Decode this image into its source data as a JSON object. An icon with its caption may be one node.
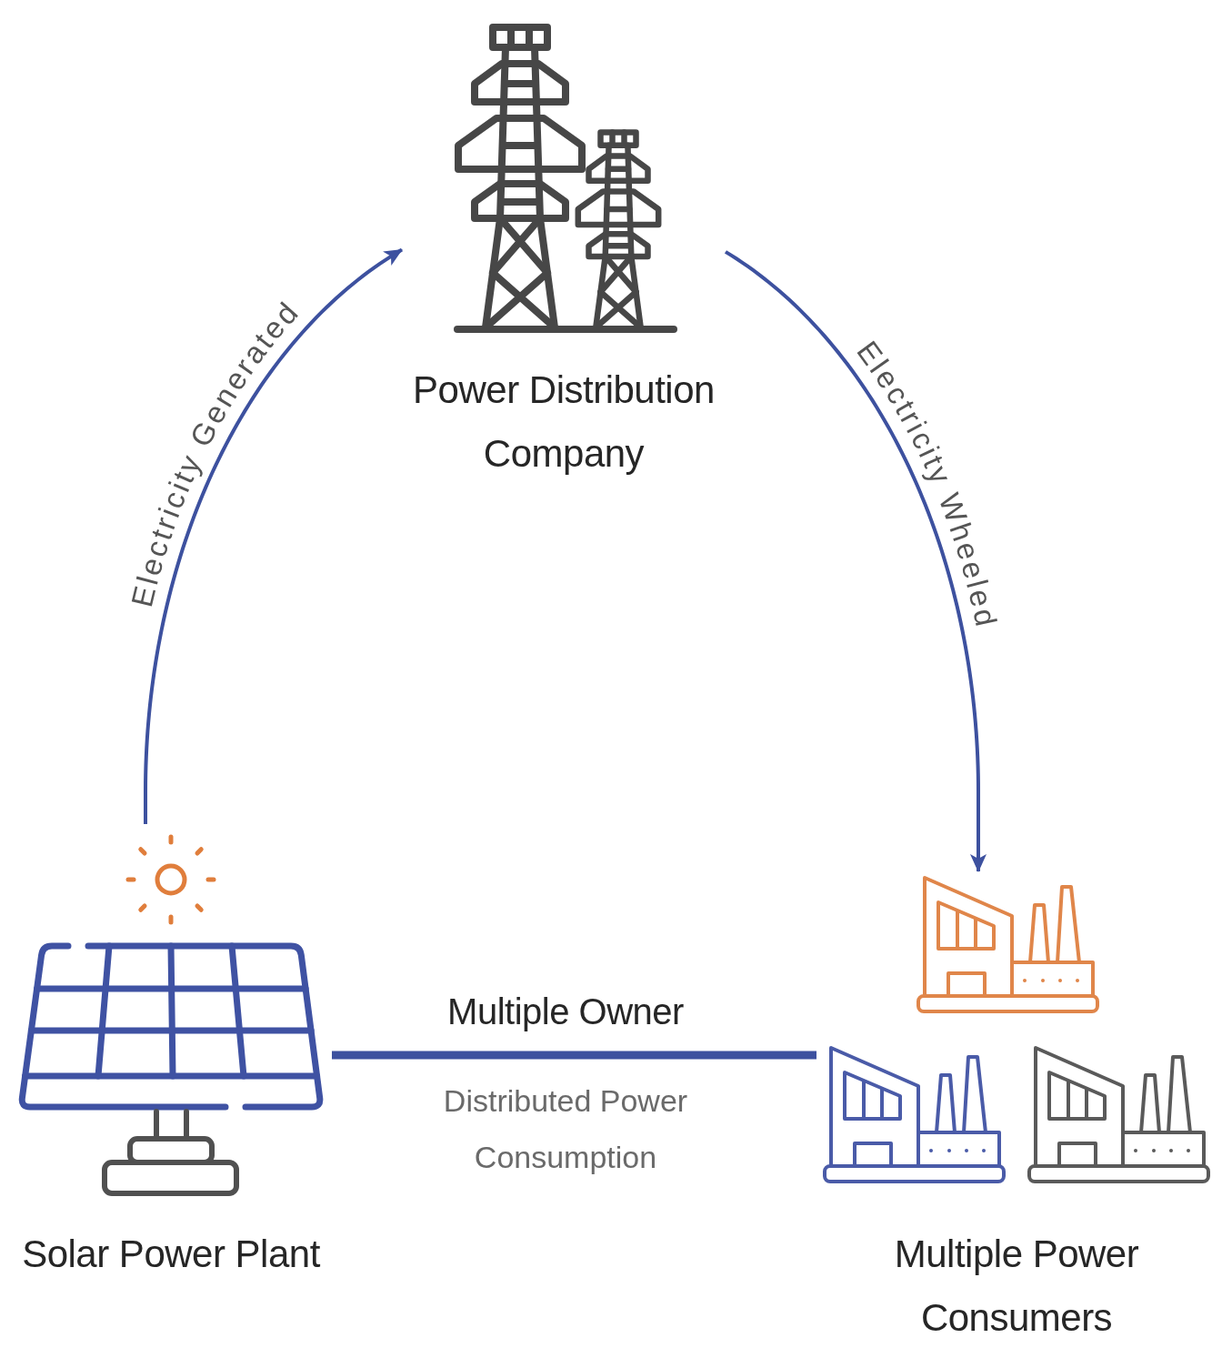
{
  "diagram": {
    "nodes": [
      {
        "text": [
          "Power Distribution Company"
        ]
      },
      {
        "text": [
          "Solar Power Plant"
        ]
      },
      {
        "text": [
          "Multiple Power Consumers"
        ]
      }
    ],
    "edges": [
      {
        "from": 1,
        "to": 0,
        "arrow": "to",
        "label": "Electricity Generated"
      },
      {
        "from": 0,
        "to": 2,
        "arrow": "to",
        "label": "Electricity Wheeled"
      },
      {
        "from": 1,
        "to": 2,
        "arrow": "none",
        "label": "Multiple Owner",
        "style": "thick"
      }
    ],
    "labels": [
      "Distributed Power Consumption"
    ]
  }
}
